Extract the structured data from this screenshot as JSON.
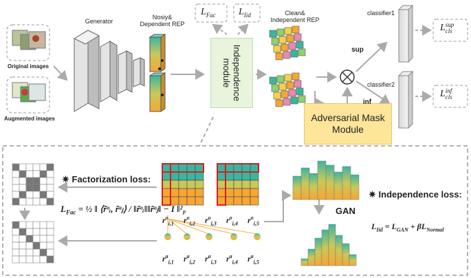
{
  "labels": {
    "original_images": "Original images",
    "augmented_images": "Augmented images",
    "generator": "Generator",
    "noisy_rep": "Nosiy&\nDependent REP",
    "clean_rep": "Clean&\nIndependent REP",
    "independence_module": "Independence\nmodule",
    "adversarial_mask": "Adversarial Mask\nModule",
    "classifier1": "classifier1",
    "classifier2": "classifier2",
    "sup": "sup",
    "inf": "inf",
    "factorization_loss": "Factorization loss:",
    "independence_loss": "Independence loss:",
    "gan": "GAN"
  },
  "math": {
    "l_fac_box": "L",
    "l_fac_sub": "Fac",
    "l_iid_box": "L",
    "l_iid_sub": "Iid",
    "l_cls_sup": "sup",
    "l_cls_inf": "inf",
    "l_cls_sub": "cls",
    "fac_lhs": "L",
    "fac_lhs_sub": "Fac",
    "iid_eq": "L = L + βL",
    "iid_sub1": "Iid",
    "iid_sub2": "GAN",
    "iid_sub3": "Normal"
  },
  "r_o": [
    "r",
    "r",
    "r",
    "r",
    "r"
  ],
  "r_o_sub": [
    "i,1",
    "i,2",
    "i,3",
    "i,4",
    "i,5"
  ],
  "r_a_sub": [
    "i,1",
    "i,2",
    "i,3",
    "i,4",
    "i,5"
  ],
  "colors": {
    "arrow": "#aaaaaa",
    "independence_bg": "#e8f4dc",
    "adversarial_bg": "#fde59a",
    "grid_top": "#3cb5a0",
    "grid_bottom": "#f6a634",
    "highlight": "#d22020"
  }
}
